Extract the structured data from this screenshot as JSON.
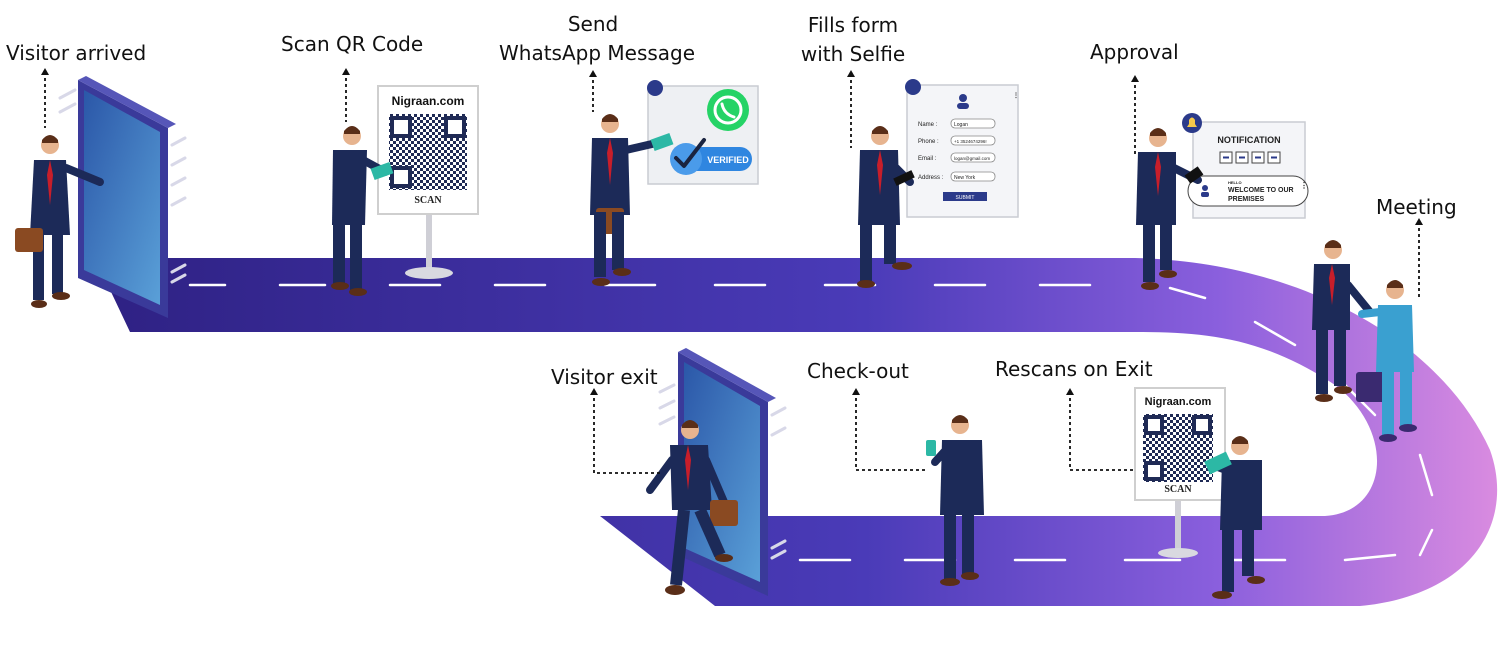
{
  "steps": {
    "visitor_arrived": "Visitor arrived",
    "scan_qr": "Scan QR Code",
    "send_whatsapp_1": "Send",
    "send_whatsapp_2": "WhatsApp Message",
    "fills_form_1": "Fills form",
    "fills_form_2": "with Selfie",
    "approval": "Approval",
    "meeting": "Meeting",
    "visitor_exit": "Visitor exit",
    "check_out": "Check-out",
    "rescans_on_exit": "Rescans on Exit"
  },
  "signs": {
    "brand": "Nigraan.com",
    "scan_word": "SCAN"
  },
  "whatsapp_card": {
    "badge": "VERIFIED"
  },
  "form_card": {
    "name_label": "Name :",
    "name_value": "Logan",
    "phone_label": "Phone :",
    "phone_value": "+1 3524674296!",
    "email_label": "Email :",
    "email_value": "logan@gmail.com",
    "address_label": "Address :",
    "address_value": "New York",
    "submit": "SUBMIT"
  },
  "notification_card": {
    "title": "NOTIFICATION",
    "sender": "HELLO",
    "message_1": "WELCOME TO OUR",
    "message_2": "PREMISES"
  },
  "colors": {
    "road_start": "#2e2183",
    "road_mid": "#6e4fd2",
    "road_end": "#d98be0",
    "suit": "#1c2a58",
    "tie": "#c81e2a",
    "door_frame": "#3a3a9a",
    "door_glass": "#3b6fb6",
    "whatsapp_green": "#25d366",
    "verified_blue": "#2f86e0"
  }
}
